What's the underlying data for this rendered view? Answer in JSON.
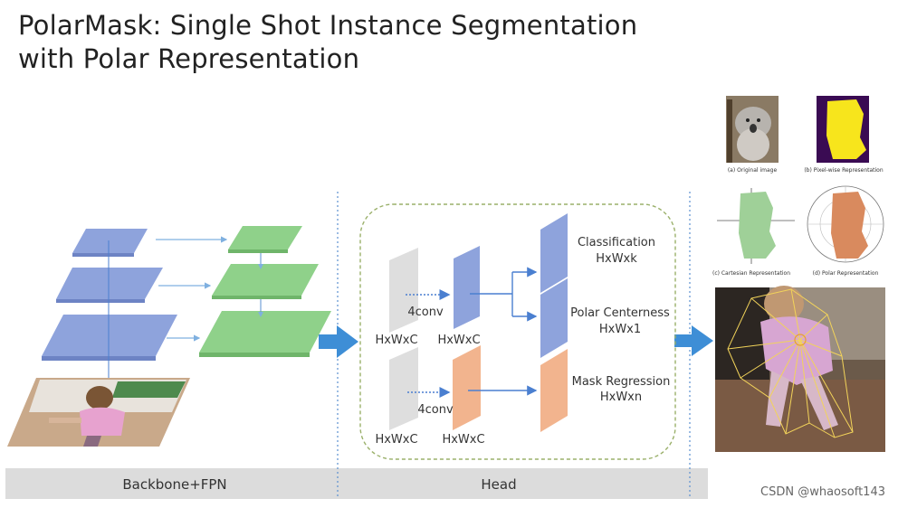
{
  "title": {
    "line1": "PolarMask: Single Shot Instance Segmentation",
    "line2": "with Polar Representation"
  },
  "sections": {
    "backbone": "Backbone+FPN",
    "head": "Head"
  },
  "head": {
    "conv_top": "4conv",
    "conv_bottom": "4conv",
    "in_top": "HxWxC",
    "mid_top": "HxWxC",
    "in_bottom": "HxWxC",
    "mid_bottom": "HxWxC",
    "out_cls_name": "Classification",
    "out_cls_dim": "HxWxk",
    "out_cent_name": "Polar Centerness",
    "out_cent_dim": "HxWx1",
    "out_mask_name": "Mask Regression",
    "out_mask_dim": "HxWxn"
  },
  "panels": {
    "a": "(a) Original image",
    "b": "(b) Pixel-wise Representation",
    "c": "(c) Cartesian Representation",
    "d": "(d) Polar Representation"
  },
  "watermark": "CSDN @whaosoft143",
  "colors": {
    "blue_plane": "#8ea3dc",
    "green_plane": "#8fd18a",
    "orange_plane": "#f2b48e",
    "arrow": "#3e8ed6",
    "bar": "#dcdcdc"
  }
}
